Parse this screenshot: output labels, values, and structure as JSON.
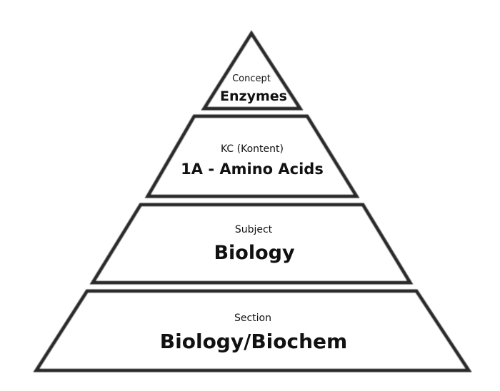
{
  "diagram": {
    "type": "pyramid",
    "tiers": [
      {
        "level": "top",
        "caption": "Concept",
        "title": "Enzymes"
      },
      {
        "level": "second",
        "caption": "KC (Kontent)",
        "title": "1A - Amino Acids"
      },
      {
        "level": "third",
        "caption": "Subject",
        "title": "Biology"
      },
      {
        "level": "base",
        "caption": "Section",
        "title": "Biology/Biochem"
      }
    ],
    "colors": {
      "outline": "#2a2a2a",
      "fill": "#ffffff",
      "text": "#111111"
    }
  }
}
